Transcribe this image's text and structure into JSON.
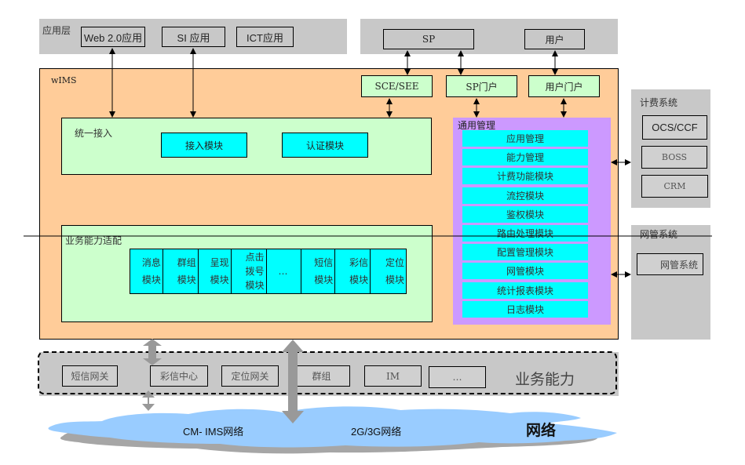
{
  "app_layer": {
    "title": "应用层",
    "apps": [
      "Web 2.0应用",
      "SI 应用",
      "ICT应用"
    ]
  },
  "top_right": {
    "sp": "SP",
    "user": "用户"
  },
  "wims": {
    "title": "wIMS",
    "portals": [
      "SCE/SEE",
      "SP门户",
      "用户门户"
    ],
    "unified_access": {
      "title": "统一接入",
      "modules": [
        "接入模块",
        "认证模块"
      ]
    },
    "capability_adapt": {
      "title": "业务能力适配",
      "modules": [
        [
          "消息",
          "模块"
        ],
        [
          "群组",
          "模块"
        ],
        [
          "呈现",
          "模块"
        ],
        [
          "点击",
          "拨号",
          "模块"
        ],
        [
          "…"
        ],
        [
          "短信",
          "模块"
        ],
        [
          "彩信",
          "模块"
        ],
        [
          "定位",
          "模块"
        ]
      ]
    },
    "general_mgmt": {
      "title": "通用管理",
      "items": [
        "应用管理",
        "能力管理",
        "计费功能模块",
        "流控模块",
        "鉴权模块",
        "路由处理模块",
        "配置管理模块",
        "网管模块",
        "统计报表模块",
        "日志模块"
      ]
    }
  },
  "billing": {
    "title": "计费系统",
    "items": [
      "OCS/CCF",
      "BOSS",
      "CRM"
    ]
  },
  "nms": {
    "title": "网管系统",
    "items": [
      "网管系统"
    ]
  },
  "capabilities": {
    "label": "业务能力",
    "items": [
      "短信网关",
      "彩信中心",
      "定位网关",
      "群组",
      "IM",
      "…"
    ]
  },
  "network": {
    "label": "网络",
    "items": [
      "CM- IMS网络",
      "2G/3G网络"
    ]
  },
  "colors": {
    "gray": "#c8c8c8",
    "wims_bg": "#ffcc99",
    "light_green": "#ccffcc",
    "cyan": "#00ffff",
    "purple": "#cc99ff",
    "cloud": "#99ccff",
    "arrow_gray": "#999999"
  }
}
